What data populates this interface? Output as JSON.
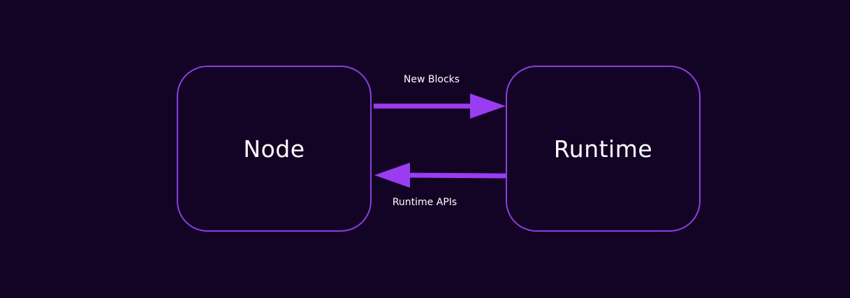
{
  "diagram": {
    "nodes": [
      {
        "id": "node",
        "label": "Node"
      },
      {
        "id": "runtime",
        "label": "Runtime"
      }
    ],
    "edges": [
      {
        "from": "node",
        "to": "runtime",
        "label": "New Blocks"
      },
      {
        "from": "runtime",
        "to": "node",
        "label": "Runtime APIs"
      }
    ]
  },
  "colors": {
    "background": "#130425",
    "accent": "#8b3fe0",
    "arrow": "#9a3df0",
    "text": "#ffffff"
  }
}
